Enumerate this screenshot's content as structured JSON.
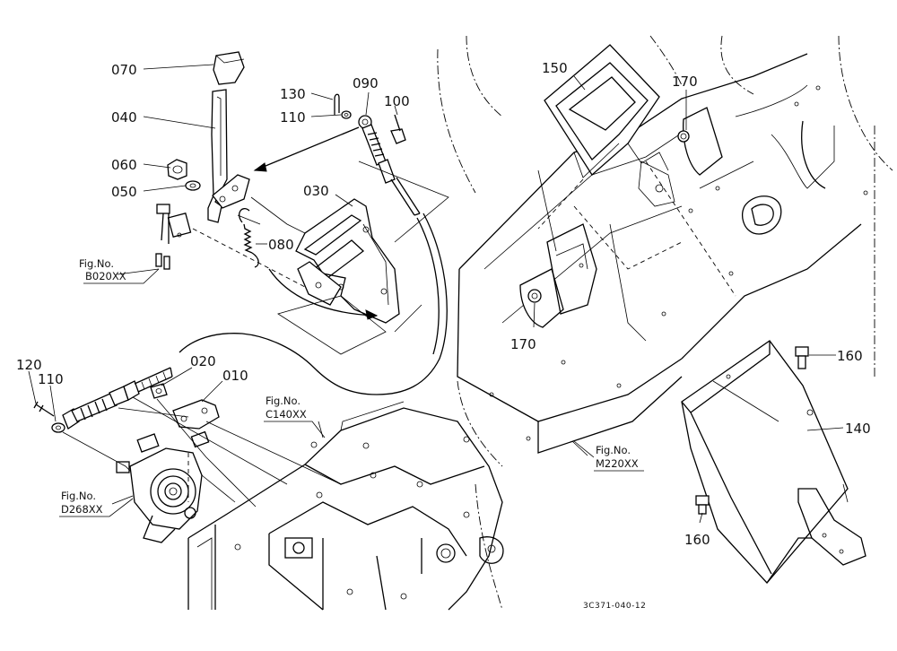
{
  "diagram_code": "3C371-040-12",
  "figure_refs": [
    {
      "id": "b020",
      "prefix": "Fig.No.",
      "code": "B020XX"
    },
    {
      "id": "c140",
      "prefix": "Fig.No.",
      "code": "C140XX"
    },
    {
      "id": "m220",
      "prefix": "Fig.No.",
      "code": "M220XX"
    },
    {
      "id": "d268",
      "prefix": "Fig.No.",
      "code": "D268XX"
    }
  ],
  "part_labels": [
    {
      "id": "p070",
      "text": "070"
    },
    {
      "id": "p040",
      "text": "040"
    },
    {
      "id": "p060",
      "text": "060"
    },
    {
      "id": "p050",
      "text": "050"
    },
    {
      "id": "p130",
      "text": "130"
    },
    {
      "id": "p110a",
      "text": "110"
    },
    {
      "id": "p090",
      "text": "090"
    },
    {
      "id": "p100",
      "text": "100"
    },
    {
      "id": "p030",
      "text": "030"
    },
    {
      "id": "p080",
      "text": "080"
    },
    {
      "id": "p150",
      "text": "150"
    },
    {
      "id": "p170a",
      "text": "170"
    },
    {
      "id": "p170b",
      "text": "170"
    },
    {
      "id": "p160a",
      "text": "160"
    },
    {
      "id": "p140",
      "text": "140"
    },
    {
      "id": "p160b",
      "text": "160"
    },
    {
      "id": "p120",
      "text": "120"
    },
    {
      "id": "p110b",
      "text": "110"
    },
    {
      "id": "p020",
      "text": "020"
    },
    {
      "id": "p010",
      "text": "010"
    }
  ]
}
